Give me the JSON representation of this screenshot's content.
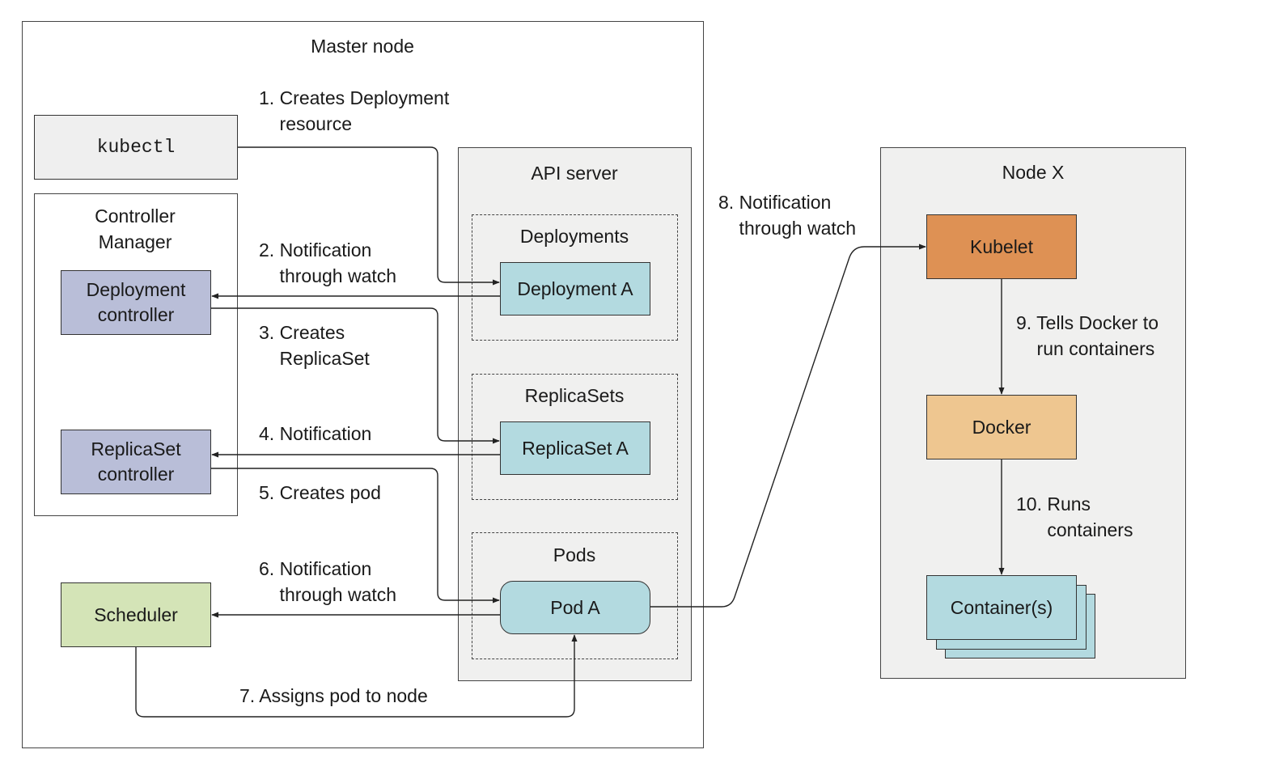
{
  "master_node": {
    "title": "Master node"
  },
  "kubectl": {
    "label": "kubectl"
  },
  "controller_manager": {
    "title": "Controller\nManager"
  },
  "deployment_controller": {
    "label": "Deployment\ncontroller"
  },
  "replicaset_controller": {
    "label": "ReplicaSet\ncontroller"
  },
  "scheduler": {
    "label": "Scheduler"
  },
  "api_server": {
    "title": "API server",
    "deployments": {
      "title": "Deployments",
      "item": "Deployment A"
    },
    "replicasets": {
      "title": "ReplicaSets",
      "item": "ReplicaSet A"
    },
    "pods": {
      "title": "Pods",
      "item": "Pod A"
    }
  },
  "node_x": {
    "title": "Node X",
    "kubelet": "Kubelet",
    "docker": "Docker",
    "containers": "Container(s)"
  },
  "steps": {
    "s1": "1. Creates Deployment\n    resource",
    "s2": "2. Notification\n    through watch",
    "s3": "3. Creates\n    ReplicaSet",
    "s4": "4. Notification",
    "s5": "5. Creates pod",
    "s6": "6. Notification\n    through watch",
    "s7": "7. Assigns pod to node",
    "s8": "8. Notification\n    through watch",
    "s9": "9. Tells Docker to\n    run containers",
    "s10": "10. Runs\n      containers"
  },
  "colors": {
    "controller": "#b9bed8",
    "api_object": "#b3dae0",
    "scheduler": "#d4e4b7",
    "kubelet": "#de9154",
    "docker": "#eec690",
    "panel": "#f0f0ef"
  }
}
